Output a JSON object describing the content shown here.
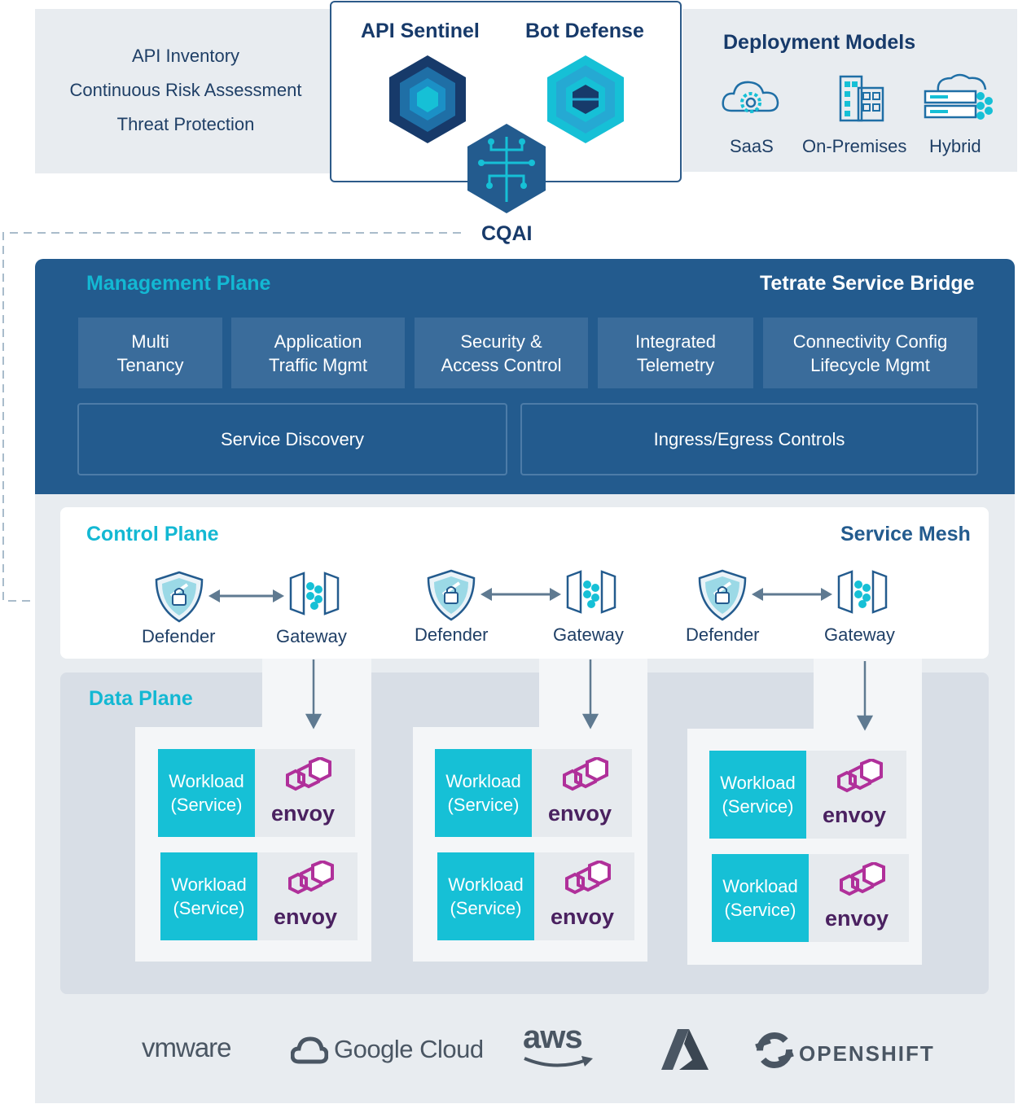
{
  "top": {
    "features": [
      "API Inventory",
      "Continuous Risk Assessment",
      "Threat Protection"
    ],
    "products": {
      "api_sentinel": "API Sentinel",
      "bot_defense": "Bot Defense",
      "cqai": "CQAI"
    },
    "deployment": {
      "title": "Deployment Models",
      "models": [
        {
          "label": "SaaS",
          "icon": "cloud-gear-icon"
        },
        {
          "label": "On-Premises",
          "icon": "building-icon"
        },
        {
          "label": "Hybrid",
          "icon": "server-cloud-icon"
        }
      ]
    }
  },
  "management": {
    "title": "Management Plane",
    "brand": "Tetrate Service Bridge",
    "modules": [
      {
        "l1": "Multi",
        "l2": "Tenancy"
      },
      {
        "l1": "Application",
        "l2": "Traffic Mgmt"
      },
      {
        "l1": "Security &",
        "l2": "Access Control"
      },
      {
        "l1": "Integrated",
        "l2": "Telemetry"
      },
      {
        "l1": "Connectivity Config",
        "l2": "Lifecycle Mgmt"
      }
    ],
    "wide": [
      "Service Discovery",
      "Ingress/Egress Controls"
    ]
  },
  "control": {
    "title": "Control Plane",
    "brand": "Service Mesh",
    "defender": "Defender",
    "gateway": "Gateway"
  },
  "data": {
    "title": "Data Plane",
    "workload_l1": "Workload",
    "workload_l2": "(Service)",
    "envoy": "envoy"
  },
  "platforms": [
    "vmware",
    "Google Cloud",
    "aws",
    "OPENSHIFT"
  ],
  "colors": {
    "navy": "#235b8e",
    "cyan": "#16c0d6",
    "dark": "#173a6a",
    "envoy": "#4a2160",
    "envoy_icon": "#b0309a"
  }
}
